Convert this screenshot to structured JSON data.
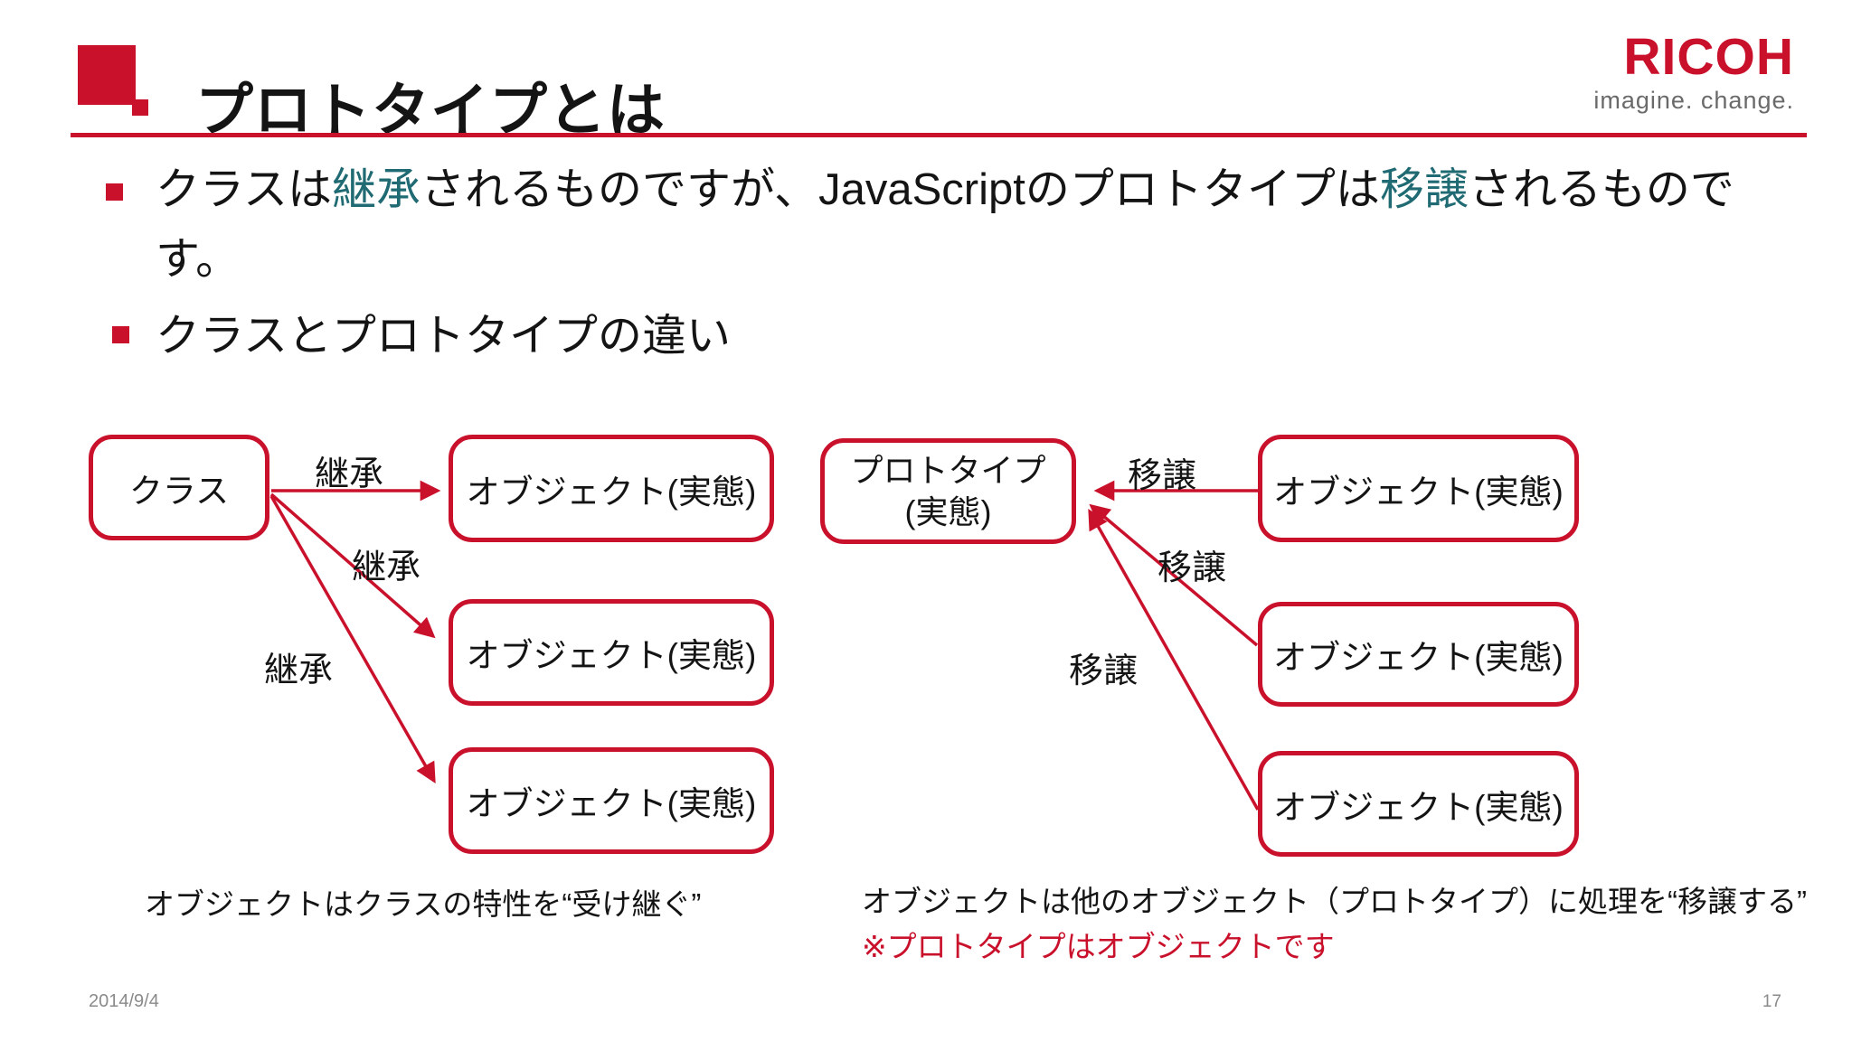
{
  "slide": {
    "title": "プロトタイプとは",
    "date": "2014/9/4",
    "page_number": "17"
  },
  "logo": {
    "brand": "RICOH",
    "tagline": "imagine. change."
  },
  "colors": {
    "accent_red": "#C9112C",
    "highlight_teal": "#206B73",
    "text_black": "#141414",
    "footer_gray": "#8A8A8A"
  },
  "bullet1": {
    "pre": "クラスは",
    "highlight1": "継承",
    "mid": "されるものですが、JavaScriptのプロトタイプは",
    "highlight2": "移譲",
    "post": "されるもので",
    "wrap": "す。"
  },
  "bullet2": {
    "text": "クラスとプロトタイプの違い"
  },
  "left_diagram": {
    "source_box_label": "クラス",
    "arrow_label": "継承",
    "object_boxes": [
      "オブジェクト(実態)",
      "オブジェクト(実態)",
      "オブジェクト(実態)"
    ],
    "caption": "オブジェクトはクラスの特性を“受け継ぐ”"
  },
  "right_diagram": {
    "target_box_line1": "プロトタイプ",
    "target_box_line2": "(実態)",
    "arrow_label": "移譲",
    "object_boxes": [
      "オブジェクト(実態)",
      "オブジェクト(実態)",
      "オブジェクト(実態)"
    ],
    "caption": "オブジェクトは他のオブジェクト（プロトタイプ）に処理を“移譲する”",
    "note": "※プロトタイプはオブジェクトです"
  }
}
